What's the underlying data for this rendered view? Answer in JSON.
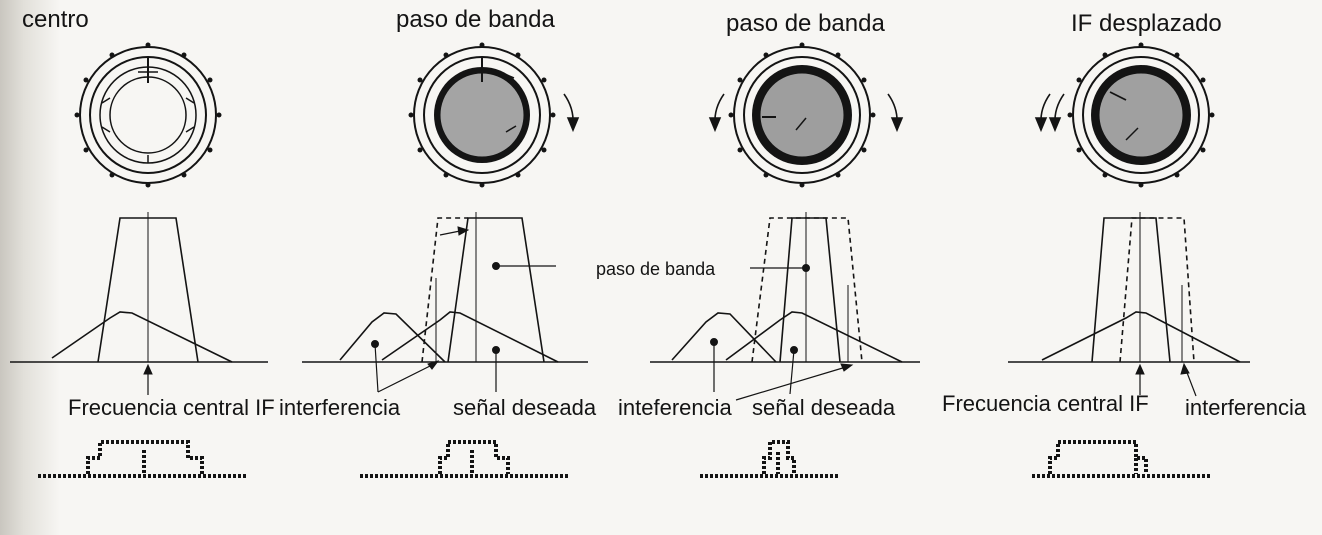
{
  "panels": [
    {
      "title": "centro",
      "labels": [
        "Frecuencia central IF"
      ]
    },
    {
      "title": "paso de banda",
      "labels": [
        "interferencia",
        "señal deseada"
      ]
    },
    {
      "title": "paso de banda",
      "labels": [
        "paso de banda",
        "inteferencia",
        "señal deseada"
      ]
    },
    {
      "title": "IF desplazado",
      "labels": [
        "Frecuencia central IF",
        "interferencia"
      ]
    }
  ],
  "colors": {
    "ink": "#141414",
    "shade": "#9a9a9a",
    "paper": "#f7f6f3"
  }
}
